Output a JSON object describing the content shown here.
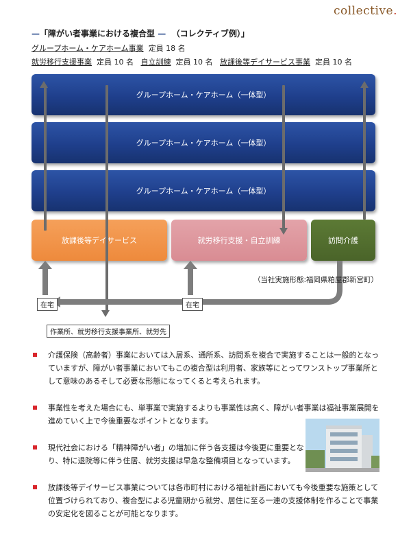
{
  "logo": "collective",
  "heading": {
    "title": "「障がい者事業における複合型",
    "sub": "（コレクティブ例）」"
  },
  "info": {
    "line1": {
      "label": "グループホーム・ケアホーム事業",
      "cap": "定員 18 名"
    },
    "line2": [
      {
        "label": "就労移行支援事業",
        "cap": "定員 10 名"
      },
      {
        "label": "自立訓練",
        "cap": "定員 10 名"
      },
      {
        "label": "放課後等デイサービス事業",
        "cap": "定員 10 名"
      }
    ]
  },
  "diagram": {
    "bars": [
      "グループホーム・ケアホーム（一体型）",
      "グループホーム・ケアホーム（一体型）",
      "グループホーム・ケアホーム（一体型）"
    ],
    "services": [
      "放課後等デイサービス",
      "就労移行支援・自立訓練",
      "訪問介護"
    ],
    "location_note": "（当社実施形態:福岡県粕屋郡新宮町）",
    "home1": "在宅",
    "home2": "在宅",
    "destination": "作業所、就労移行支援事業所、就労先"
  },
  "bullets": [
    "介護保険（高齢者）事業においては入居系、通所系、訪問系を複合で実施することは一般的となっていますが、障がい者事業においてもこの複合型は利用者、家族等にとってワンストップ事業所として意味のあるそして必要な形態になってくると考えられます。",
    "事業性を考えた場合にも、単事業で実施するよりも事業性は高く、障がい者事業は福祉事業展開を進めていく上で今後重要なポイントとなります。",
    "現代社会における「精神障がい者」の増加に伴う各支援は今後更に重要となり、特に退院等に伴う住居、就労支援は早急な整備項目となっています。",
    "放課後等デイサービス事業については各市町村における福祉計画においても今後重要な施策として位置づけられており、複合型による児童期から就労、居住に至る一連の支援体制を作ることで事業の安定化を図ることが可能となります。"
  ]
}
